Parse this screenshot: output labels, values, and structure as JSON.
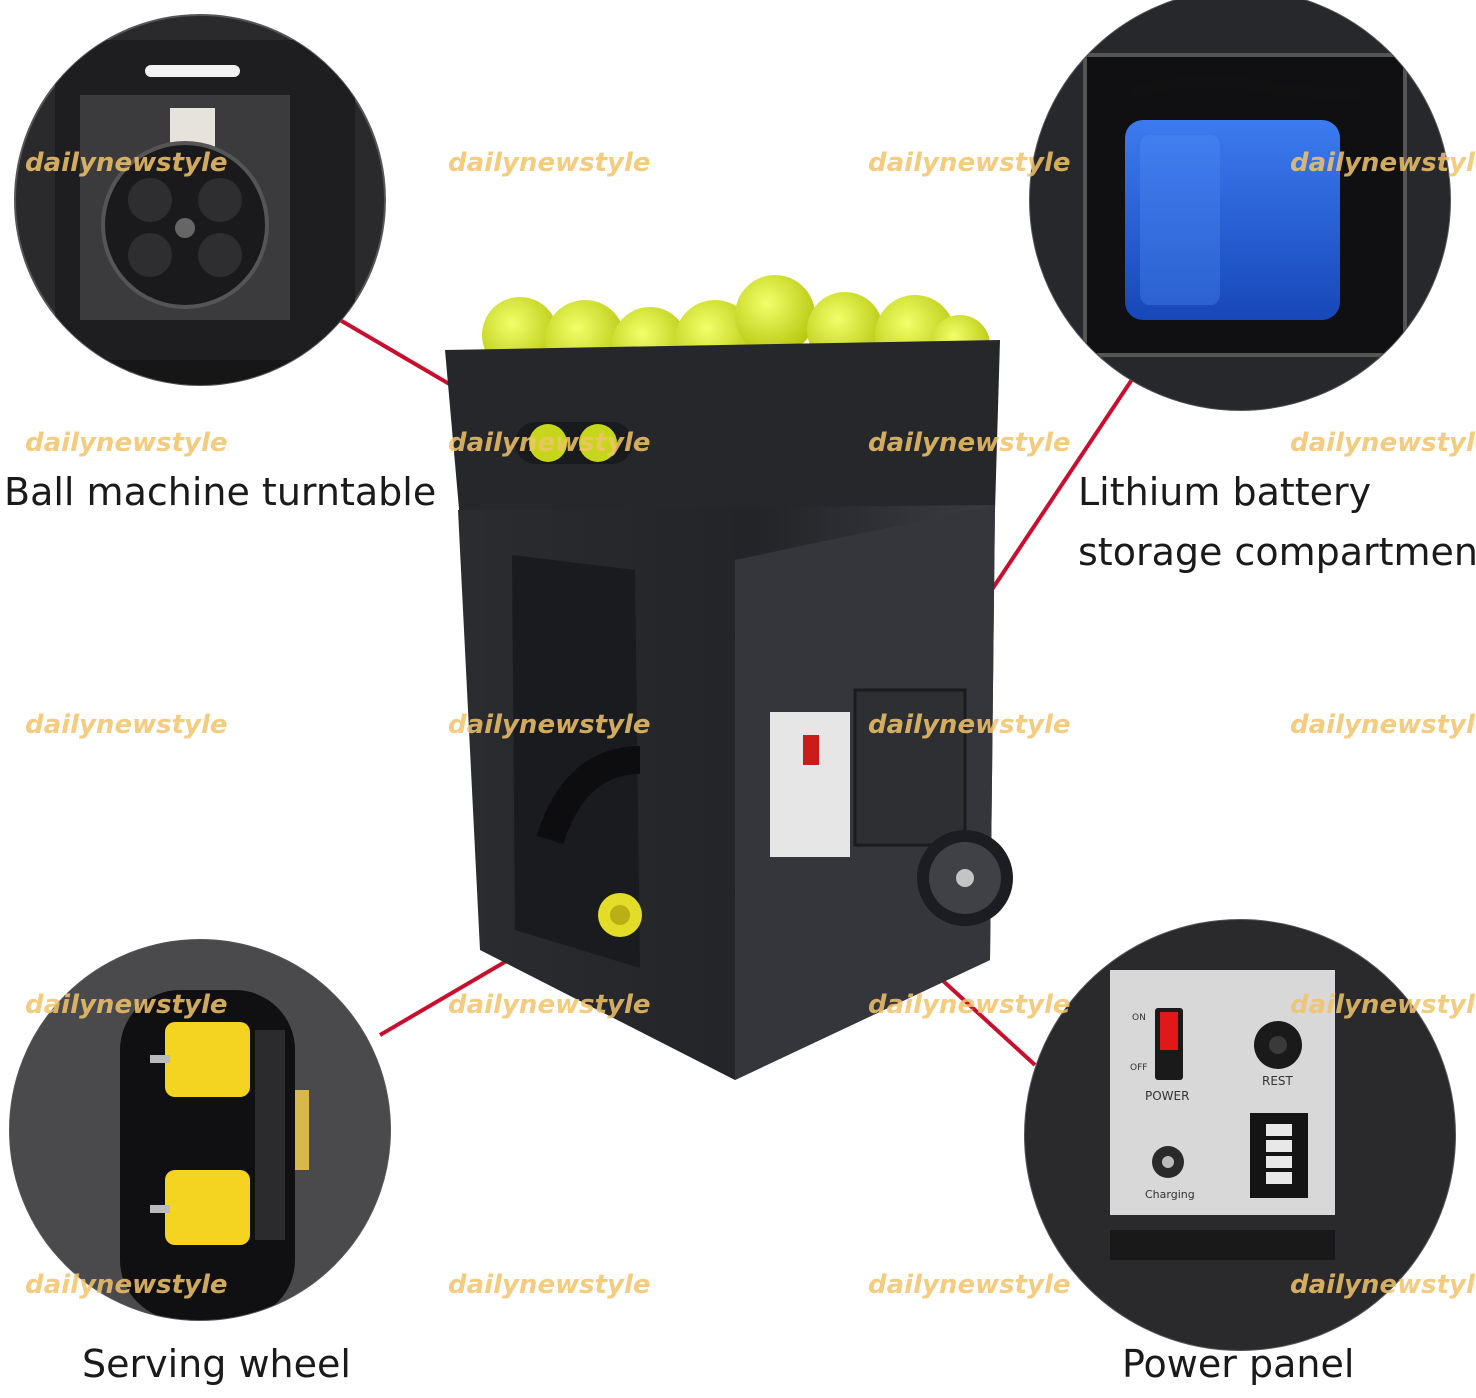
{
  "labels": {
    "turntable": "Ball machine turntable",
    "battery_line1": "Lithium battery",
    "battery_line2": "storage compartment",
    "serving_wheel": "Serving wheel",
    "power_panel": "Power panel"
  },
  "panel": {
    "on": "ON",
    "off": "OFF",
    "power": "POWER",
    "rest": "REST",
    "charging": "Charging"
  },
  "watermark": "dailynewstyle",
  "colors": {
    "callout_line": "#c8102e",
    "ball": "#d8e81a",
    "machine_body": "#2b2d31",
    "battery": "#1f5fd6",
    "roller": "#f4d321",
    "watermark": "#f2c46a"
  }
}
